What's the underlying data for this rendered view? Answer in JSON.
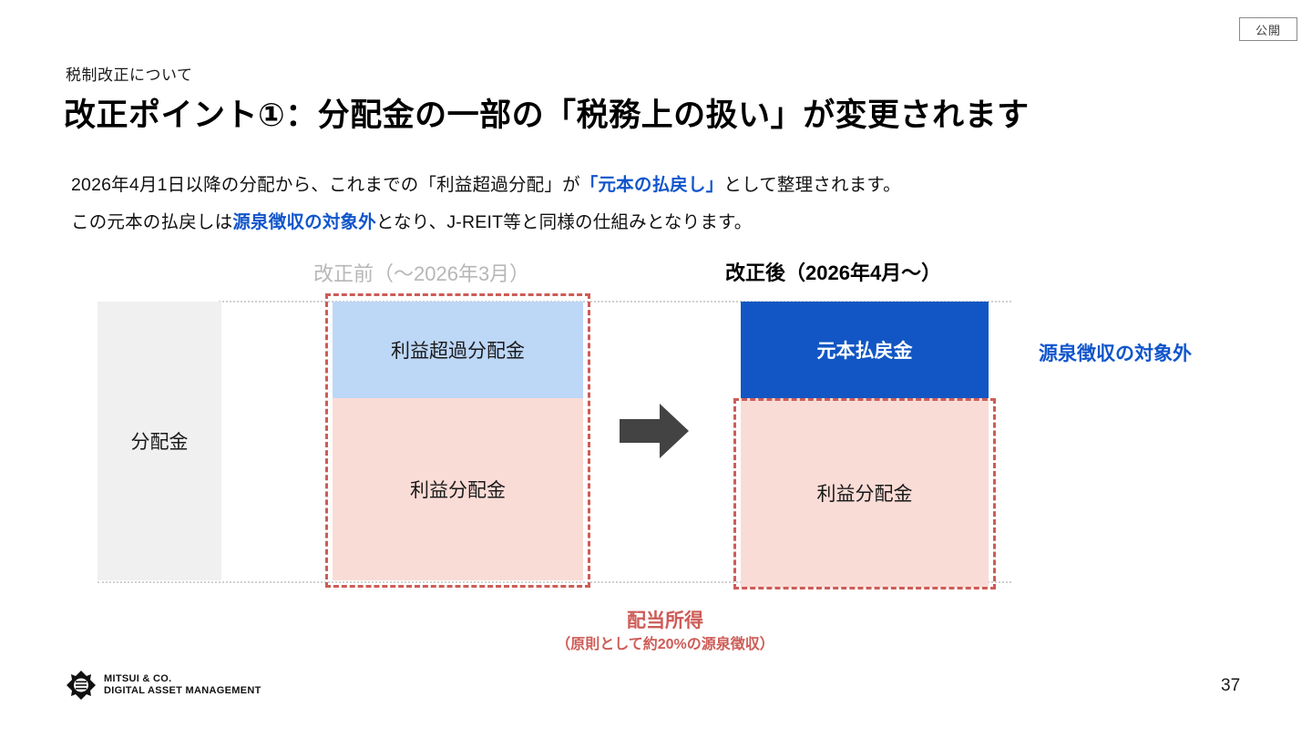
{
  "badge": {
    "label": "公開"
  },
  "header": {
    "eyebrow": "税制改正について",
    "title": "改正ポイント①：分配金の一部の「税務上の扱い」が変更されます"
  },
  "lead": {
    "line1_part1": "2026年4月1日以降の分配から、これまでの「利益超過分配」が",
    "line1_highlight": "「元本の払戻し」",
    "line1_part2": "として整理されます。",
    "line2_part1": "この元本の払戻しは",
    "line2_highlight": "源泉徴収の対象外",
    "line2_part2": "となり、J-REIT等と同様の仕組みとなります。"
  },
  "diagram": {
    "column_before_title": "改正前（～2026年3月）",
    "column_after_title": "改正後（2026年4月～）",
    "source_block_label": "分配金",
    "before": {
      "top_segment_label": "利益超過分配金",
      "bottom_segment_label": "利益分配金"
    },
    "after": {
      "top_segment_label": "元本払戻金",
      "bottom_segment_label": "利益分配金"
    },
    "side_note": "源泉徴収の対象外",
    "caption_main": "配当所得",
    "caption_sub": "（原則として約20%の源泉徴収）",
    "colors": {
      "before_top": "#bdd7f7",
      "before_bottom": "#fadcd6",
      "after_top": "#1156c4",
      "after_bottom": "#fadcd6",
      "dashed_border": "#cd5c57",
      "source_block": "#f0f0f0",
      "accent_blue": "#1155cc",
      "arrow": "#434343"
    }
  },
  "footer": {
    "logo_line1": "MITSUI & CO.",
    "logo_line2": "DIGITAL ASSET MANAGEMENT",
    "page_number": "37"
  }
}
